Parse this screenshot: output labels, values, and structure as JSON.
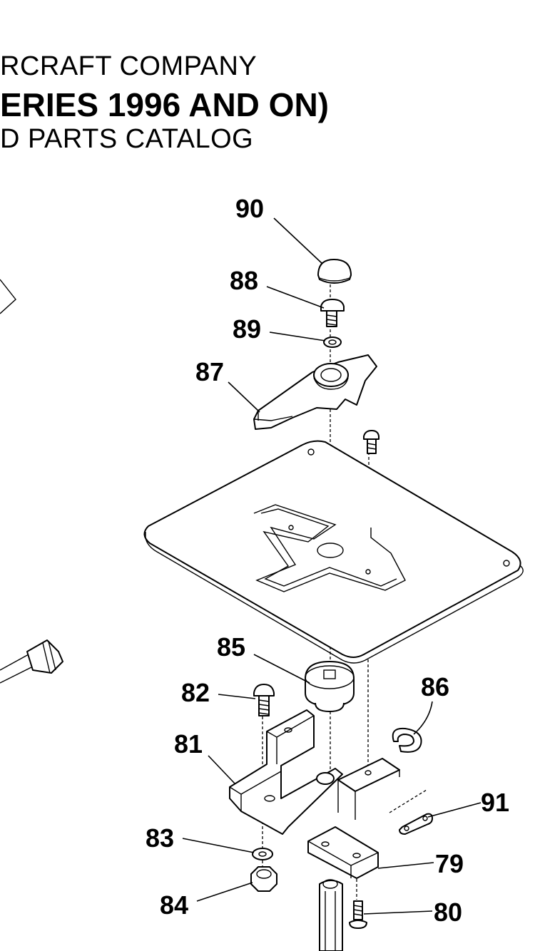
{
  "header": {
    "line1": "RCRAFT COMPANY",
    "line2": "ERIES 1996 AND ON)",
    "line3": "D PARTS CATALOG"
  },
  "callouts": {
    "c90": "90",
    "c88": "88",
    "c89": "89",
    "c87": "87",
    "c85": "85",
    "c82": "82",
    "c86": "86",
    "c81": "81",
    "c91": "91",
    "c83": "83",
    "c79": "79",
    "c84": "84",
    "c80": "80"
  }
}
